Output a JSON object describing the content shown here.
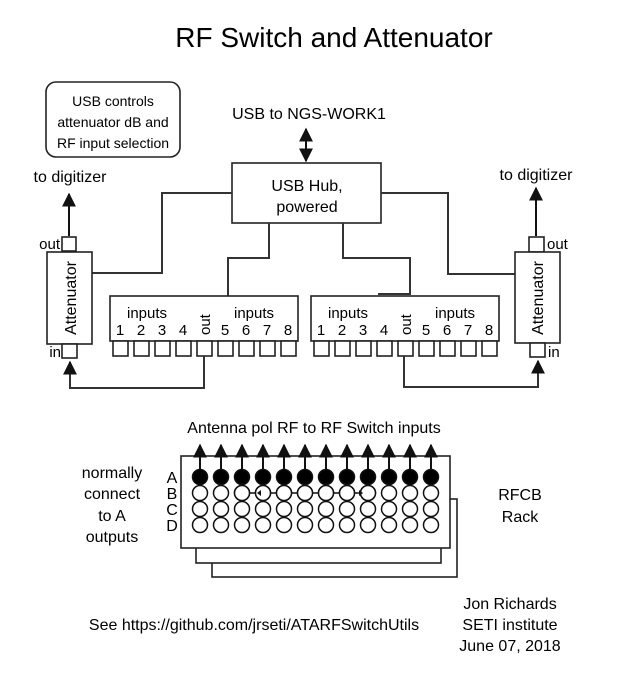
{
  "title": "RF Switch and Attenuator",
  "note": {
    "lines": [
      "USB controls",
      "attenuator dB and",
      "RF input selection"
    ]
  },
  "usb_uplink": "USB to NGS-WORK1",
  "hub": {
    "lines": [
      "USB Hub,",
      "powered"
    ]
  },
  "attenuators": [
    {
      "label": "Attenuator",
      "out_label": "out",
      "in_label": "in",
      "dest_label": "to digitizer"
    },
    {
      "label": "Attenuator",
      "out_label": "out",
      "in_label": "in",
      "dest_label": "to digitizer"
    }
  ],
  "rf_switches": [
    {
      "inputs_left_label": "inputs",
      "inputs_right_label": "inputs",
      "out_label": "out",
      "ports": [
        "1",
        "2",
        "3",
        "4",
        "out",
        "5",
        "6",
        "7",
        "8"
      ]
    },
    {
      "inputs_left_label": "inputs",
      "inputs_right_label": "inputs",
      "out_label": "out",
      "ports": [
        "1",
        "2",
        "3",
        "4",
        "out",
        "5",
        "6",
        "7",
        "8"
      ]
    }
  ],
  "rfcb": {
    "header": "Antenna pol RF to RF Switch inputs",
    "rows": [
      "A",
      "B",
      "C",
      "D"
    ],
    "columns": 12,
    "filled_row": "A",
    "side_note": [
      "normally",
      "connect",
      "to A",
      "outputs"
    ],
    "rack_label": [
      "RFCB",
      "Rack"
    ]
  },
  "footer": {
    "link_text": "See https://github.com/jrseti/ATARFSwitchUtils",
    "author": "Jon Richards",
    "org": "SETI institute",
    "date": "June 07, 2018"
  }
}
